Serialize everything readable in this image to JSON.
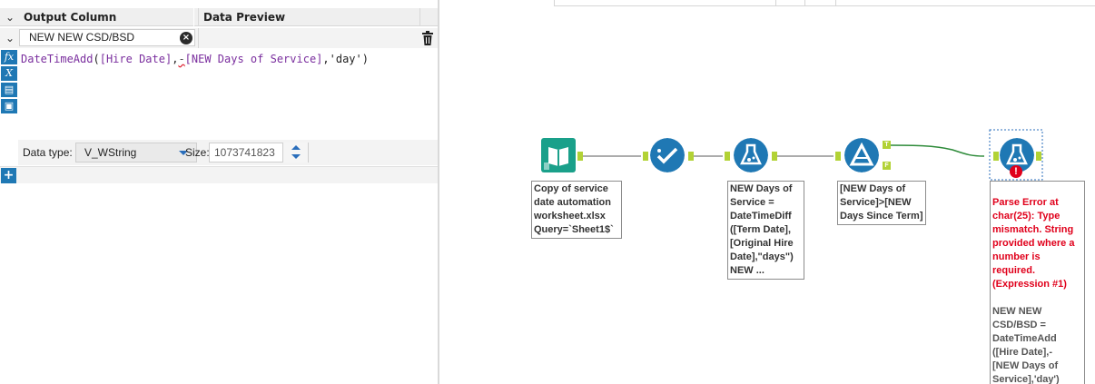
{
  "formula_panel": {
    "headers": {
      "output_column": "Output Column",
      "data_preview": "Data Preview"
    },
    "row": {
      "output_column_value": "NEW NEW CSD/BSD"
    },
    "expression": {
      "func": "DateTimeAdd",
      "open": "(",
      "field1": "[Hire Date]",
      "comma": ",",
      "mark": "-",
      "field2": "[NEW Days of Service]",
      "rest": ",'day')"
    },
    "tool_icons": [
      "function-icon",
      "variable-icon",
      "open-icon",
      "save-icon"
    ],
    "data_type_label": "Data type:",
    "data_type_value": "V_WString",
    "size_label": "Size:",
    "size_value": "1073741823",
    "add_button": "+"
  },
  "canvas": {
    "nodes": [
      {
        "name": "input-data-tool",
        "icon": "book-icon",
        "color": "#1aa08a",
        "annotation": "Copy of service\ndate automation\nworksheet.xlsx\nQuery=`Sheet1$`"
      },
      {
        "name": "select-tool",
        "icon": "check-icon",
        "color": "#1f78b4",
        "annotation": ""
      },
      {
        "name": "formula-tool-1",
        "icon": "flask-icon",
        "color": "#1f78b4",
        "annotation": "NEW Days of\nService =\nDateTimeDiff\n([Term Date],\n[Original Hire\nDate],\"days\")\nNEW ..."
      },
      {
        "name": "filter-tool",
        "icon": "filter-icon",
        "color": "#1f78b4",
        "annotation": "[NEW Days of\nService]>[NEW\nDays Since Term]",
        "anchors": {
          "true": "T",
          "false": "F"
        }
      },
      {
        "name": "formula-tool-2",
        "icon": "flask-icon",
        "color": "#1f78b4",
        "error_text": "Parse Error at\nchar(25): Type\nmismatch.  String\nprovided where a\nnumber is\nrequired.\n(Expression #1)",
        "annotation": "NEW NEW\nCSD/BSD =\nDateTimeAdd\n([Hire Date],-\n[NEW Days of\nService],'day')"
      }
    ],
    "error_badge": "!"
  }
}
